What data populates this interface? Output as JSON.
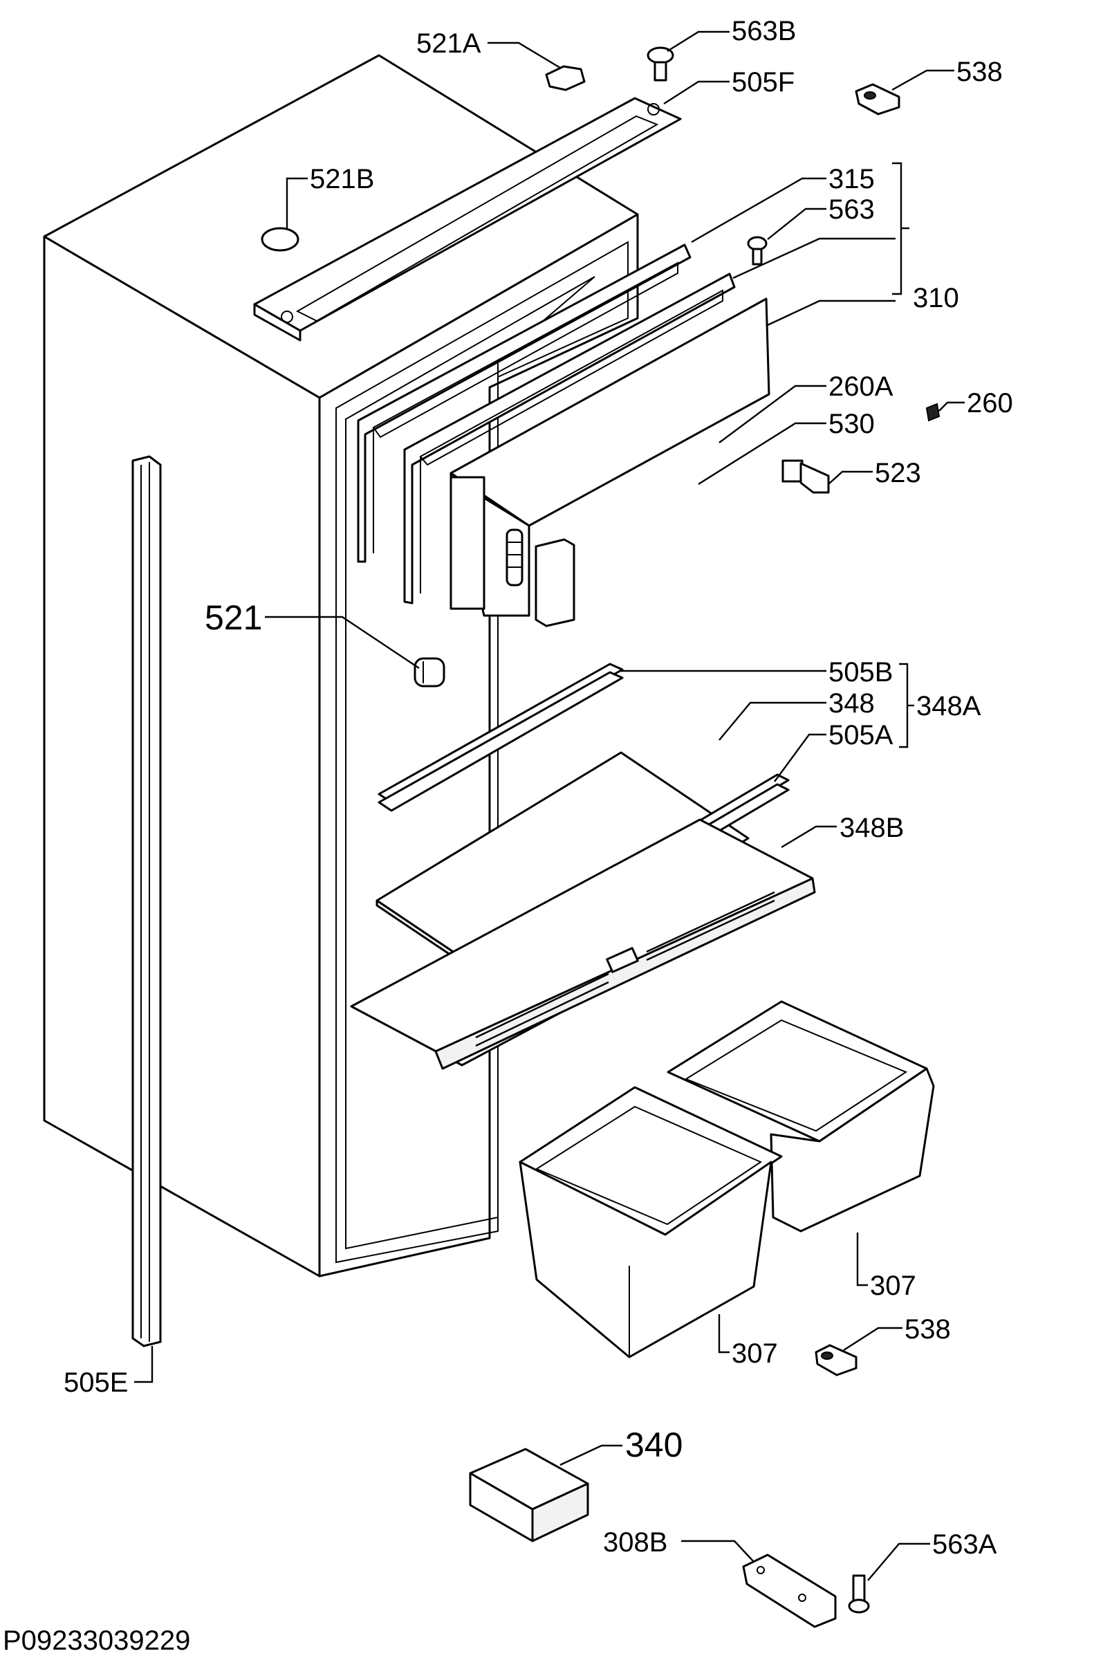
{
  "labels": {
    "l521A": "521A",
    "l563B": "563B",
    "l505F": "505F",
    "l538_top": "538",
    "l521B": "521B",
    "l315": "315",
    "l563": "563",
    "l310": "310",
    "l260A": "260A",
    "l260": "260",
    "l530": "530",
    "l523": "523",
    "l521": "521",
    "l505B": "505B",
    "l348": "348",
    "l348A": "348A",
    "l505A": "505A",
    "l348B": "348B",
    "l307_right": "307",
    "l307_left": "307",
    "l538_bottom": "538",
    "l505E": "505E",
    "l340": "340",
    "l308B": "308B",
    "l563A": "563A"
  },
  "footer": {
    "code": "P09233039229"
  }
}
